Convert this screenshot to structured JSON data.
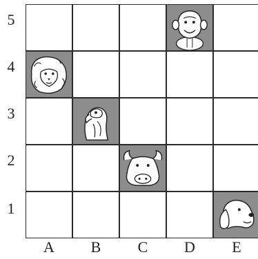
{
  "grid": {
    "rows": [
      "5",
      "4",
      "3",
      "2",
      "1"
    ],
    "columns": [
      "A",
      "B",
      "C",
      "D",
      "E"
    ]
  },
  "animals": [
    {
      "name": "monkey",
      "cell": "D5",
      "icon": "monkey-icon"
    },
    {
      "name": "lion",
      "cell": "A4",
      "icon": "lion-icon"
    },
    {
      "name": "parrot",
      "cell": "B3",
      "icon": "parrot-icon"
    },
    {
      "name": "bull",
      "cell": "C2",
      "icon": "bull-icon"
    },
    {
      "name": "dog",
      "cell": "E1",
      "icon": "dog-icon"
    }
  ],
  "colors": {
    "line": "#2a2a2a",
    "shaded": "#8d8d8d",
    "drawing": "#ffffff"
  }
}
